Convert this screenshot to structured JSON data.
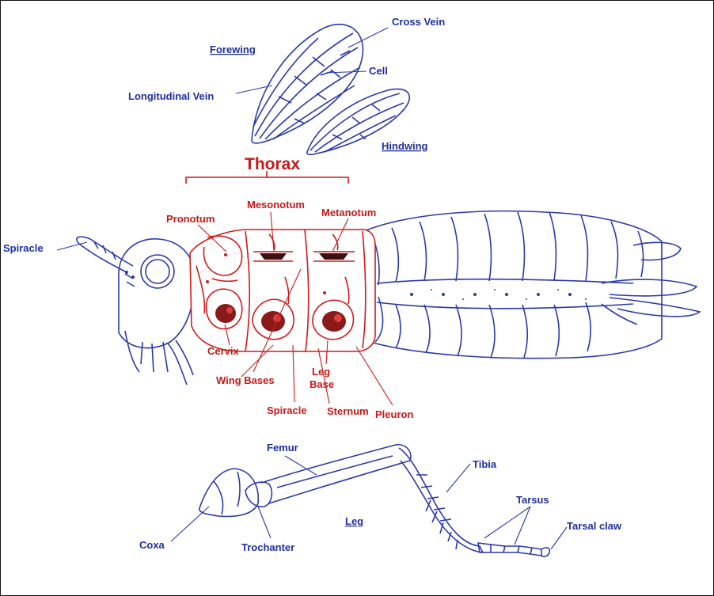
{
  "colors": {
    "blue": "#1f2fa0",
    "red": "#c81818",
    "background": "#ffffff"
  },
  "wings": {
    "forewing": "Forewing",
    "cross_vein": "Cross Vein",
    "cell": "Cell",
    "longitudinal_vein": "Longitudinal Vein",
    "hindwing": "Hindwing"
  },
  "thorax": {
    "title": "Thorax",
    "pronotum": "Pronotum",
    "mesonotum": "Mesonotum",
    "metanotum": "Metanotum",
    "cervix": "Cervix",
    "wing_bases": "Wing Bases",
    "leg_base": [
      "Leg",
      "Base"
    ],
    "spiracle": "Spiracle",
    "sternum": "Sternum",
    "pleuron": "Pleuron"
  },
  "head": {
    "spiracle": "Spiracle"
  },
  "leg": {
    "title": "Leg",
    "femur": "Femur",
    "tibia": "Tibia",
    "tarsus": "Tarsus",
    "tarsal_claw": "Tarsal claw",
    "coxa": "Coxa",
    "trochanter": "Trochanter"
  }
}
